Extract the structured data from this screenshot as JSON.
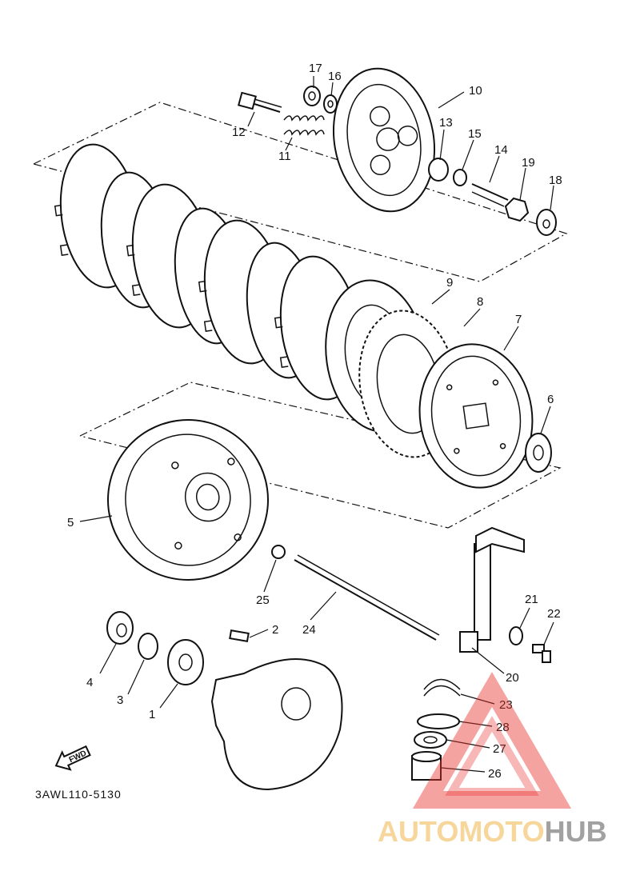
{
  "diagram_code": "3AWL110-5130",
  "fwd_label": "FWD",
  "watermark": {
    "brand_part1": "AUTOMOTO",
    "brand_part2": "HUB",
    "color_part1": "#f0b54a",
    "color_part2": "#555555",
    "triangle_color": "#e9322d"
  },
  "labels": [
    {
      "id": "1",
      "text": "1"
    },
    {
      "id": "2",
      "text": "2"
    },
    {
      "id": "3",
      "text": "3"
    },
    {
      "id": "4",
      "text": "4"
    },
    {
      "id": "5",
      "text": "5"
    },
    {
      "id": "6",
      "text": "6"
    },
    {
      "id": "7",
      "text": "7"
    },
    {
      "id": "8",
      "text": "8"
    },
    {
      "id": "9",
      "text": "9"
    },
    {
      "id": "10",
      "text": "10"
    },
    {
      "id": "11",
      "text": "11"
    },
    {
      "id": "12",
      "text": "12"
    },
    {
      "id": "13",
      "text": "13"
    },
    {
      "id": "14",
      "text": "14"
    },
    {
      "id": "15",
      "text": "15"
    },
    {
      "id": "16",
      "text": "16"
    },
    {
      "id": "17",
      "text": "17"
    },
    {
      "id": "18",
      "text": "18"
    },
    {
      "id": "19",
      "text": "19"
    },
    {
      "id": "20",
      "text": "20"
    },
    {
      "id": "21",
      "text": "21"
    },
    {
      "id": "22",
      "text": "22"
    },
    {
      "id": "23",
      "text": "23"
    },
    {
      "id": "24",
      "text": "24"
    },
    {
      "id": "25",
      "text": "25"
    },
    {
      "id": "26",
      "text": "26"
    },
    {
      "id": "27",
      "text": "27"
    },
    {
      "id": "28",
      "text": "28"
    }
  ]
}
